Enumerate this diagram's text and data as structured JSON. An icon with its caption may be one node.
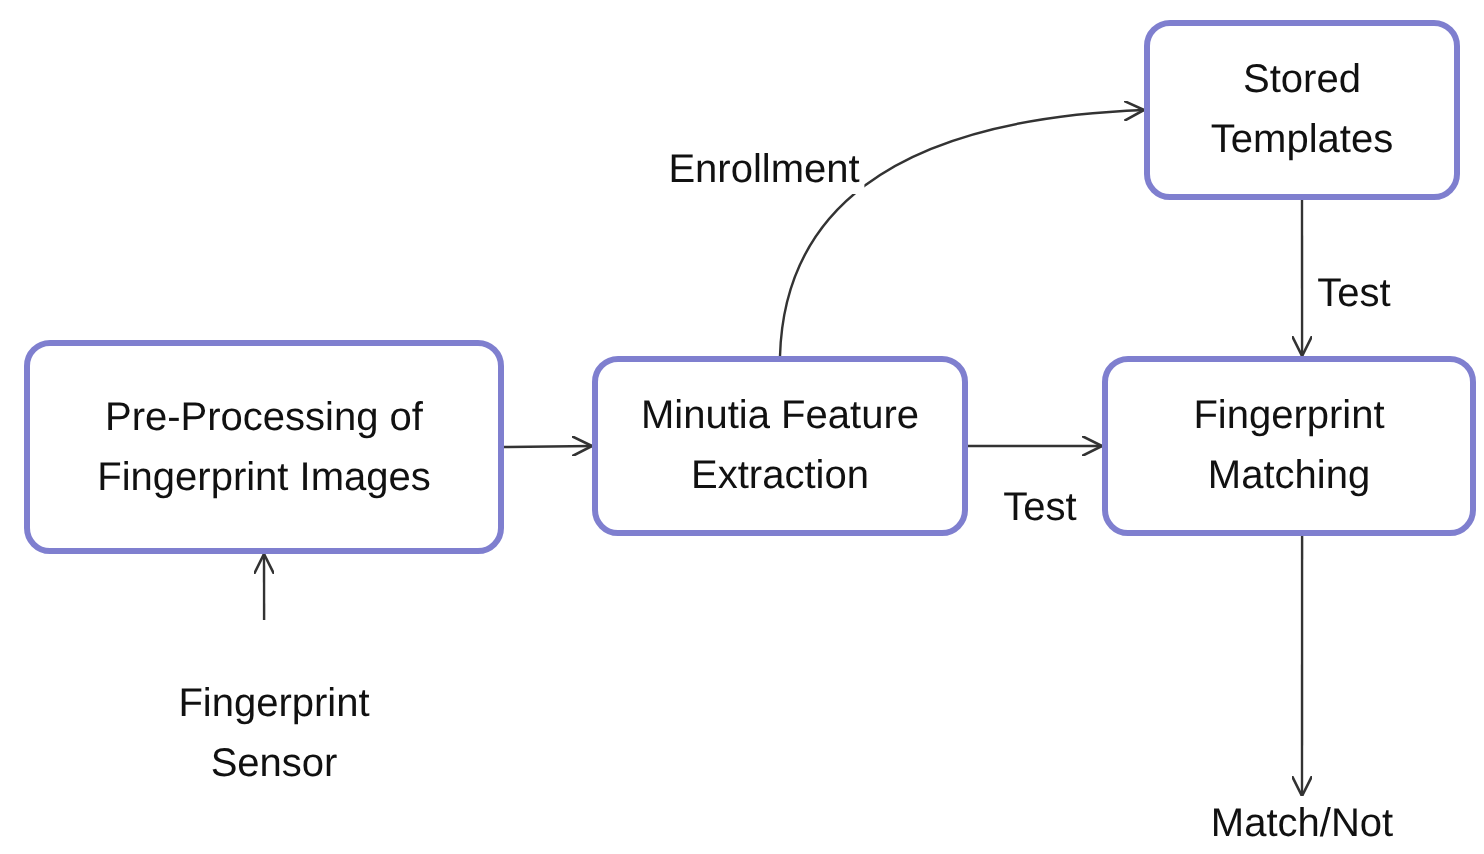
{
  "diagram": {
    "nodes": [
      {
        "text": [
          "Pre-Processing of Fingerprint Images"
        ]
      },
      {
        "text": [
          "Minutia Feature Extraction"
        ]
      },
      {
        "text": [
          "Stored Templates"
        ]
      },
      {
        "text": [
          "Fingerprint Matching"
        ]
      },
      {
        "text": [
          "Fingerprint Sensor"
        ]
      },
      {
        "text": [
          "Match/Not"
        ]
      }
    ],
    "edges": [
      {
        "from": 4,
        "to": 0,
        "arrow": "to"
      },
      {
        "from": 0,
        "to": 1,
        "arrow": "to"
      },
      {
        "from": 1,
        "to": 2,
        "arrow": "to",
        "label": "Enrollment"
      },
      {
        "from": 1,
        "to": 3,
        "arrow": "to",
        "label": "Test"
      },
      {
        "from": 2,
        "to": 3,
        "arrow": "to",
        "label": "Test"
      },
      {
        "from": 3,
        "to": 5,
        "arrow": "to"
      }
    ]
  }
}
